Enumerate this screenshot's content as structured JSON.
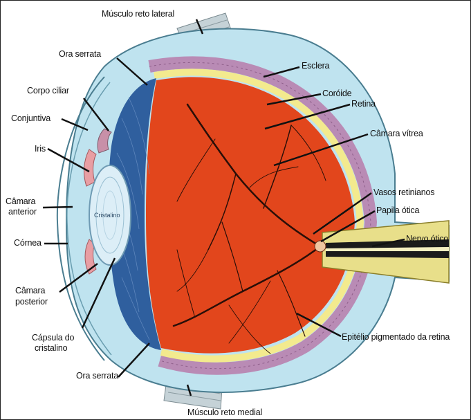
{
  "diagram": {
    "labels": {
      "musculo_reto_lateral": "Músculo reto lateral",
      "ora_serrata_top": "Ora serrata",
      "esclera": "Esclera",
      "coroide": "Coróide",
      "retina": "Retina",
      "corpo_ciliar": "Corpo ciliar",
      "conjuntiva": "Conjuntiva",
      "iris": "Iris",
      "camara_vitrea": "Câmara vítrea",
      "camara_anterior_1": "Câmara",
      "camara_anterior_2": "anterior",
      "cristalino": "Cristalino",
      "cornea": "Córnea",
      "vasos_retinianos": "Vasos retinianos",
      "papila_otica": "Papila ótica",
      "nervo_otico": "Nervo ótico",
      "camara_posterior_1": "Câmara",
      "camara_posterior_2": "posterior",
      "capsula_1": "Cápsula do",
      "capsula_2": "cristalino",
      "epitelio": "Epitélio pigmentado da retina",
      "ora_serrata_bottom": "Ora serrata",
      "musculo_reto_medial": "Músculo reto medial"
    },
    "colors": {
      "sclera": "#bfe3ef",
      "retina_interior": "#e2461c",
      "vitreous_blue": "#2f5f9e",
      "choroid": "#b98bb5",
      "retina_yellow": "#f3ea8e",
      "vessels": "#2a0f08",
      "lens": "#dceef7",
      "muscle": "#b7c6cc",
      "optic_nerve": "#e8df8a"
    }
  }
}
